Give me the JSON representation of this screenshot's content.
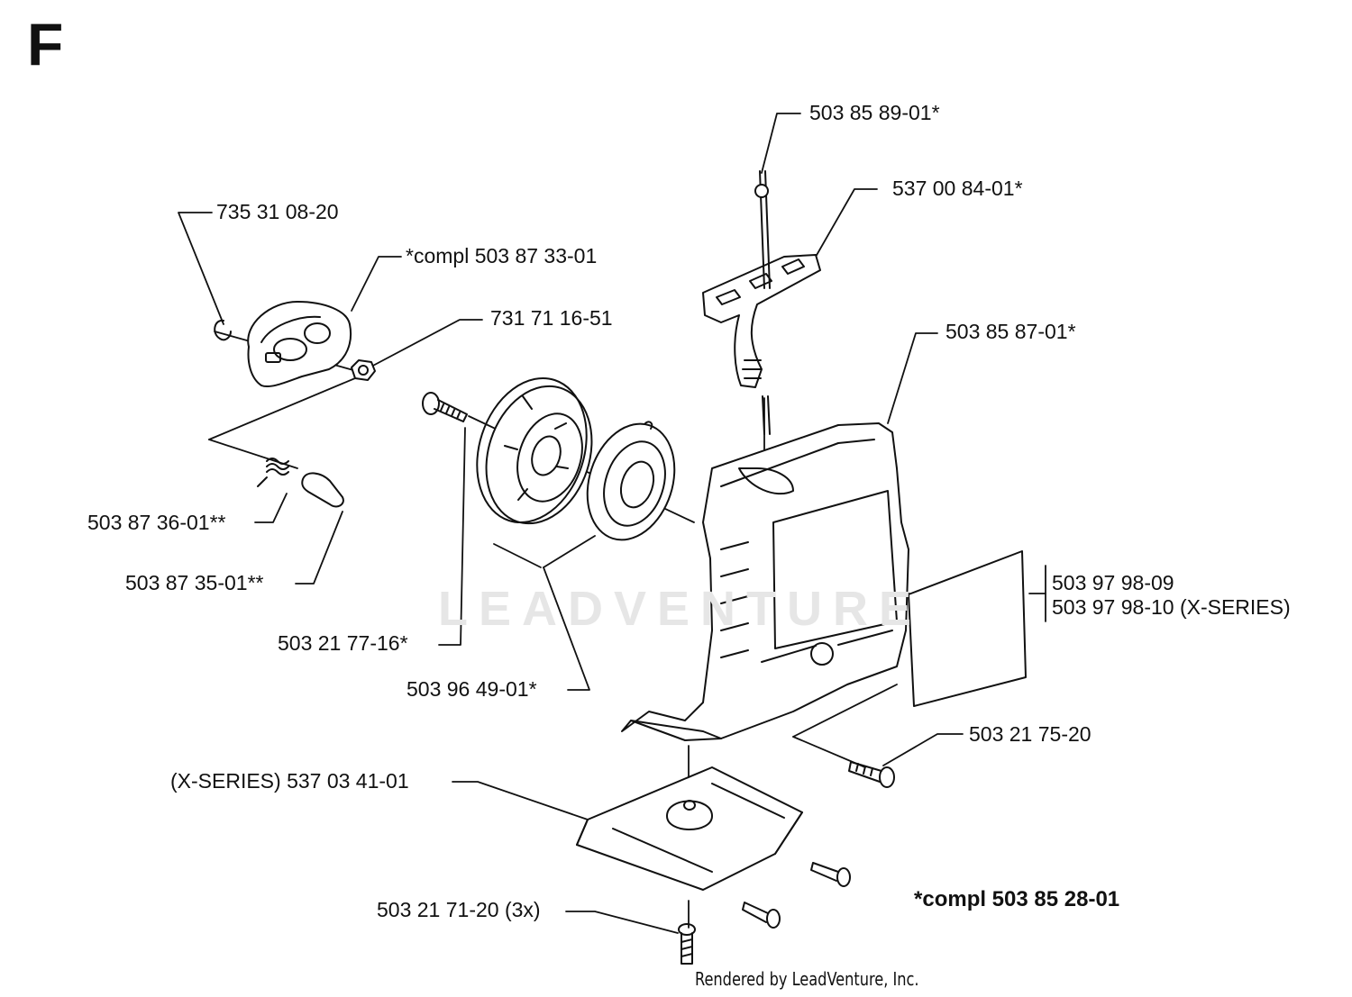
{
  "section_letter": "F",
  "watermark": "LEADVENTURE",
  "rendered_by": "Rendered by LeadVenture, Inc.",
  "kit_note": "*compl 503 85 28-01",
  "labels": {
    "l1": "503 85 89-01*",
    "l2": "537 00 84-01*",
    "l3": "735 31 08-20",
    "l4": "*compl 503 87 33-01",
    "l5": "731 71 16-51",
    "l6": "503 85 87-01*",
    "l7": "503 97 98-09",
    "l8": "503 97 98-10 (X-SERIES)",
    "l9": "503 87 36-01**",
    "l10": "503 87 35-01**",
    "l11": "503 21 77-16*",
    "l12": "503 96 49-01*",
    "l13": "503 21 75-20",
    "l14": "(X-SERIES) 537 03 41-01",
    "l15": "503 21 71-20 (3x)"
  }
}
